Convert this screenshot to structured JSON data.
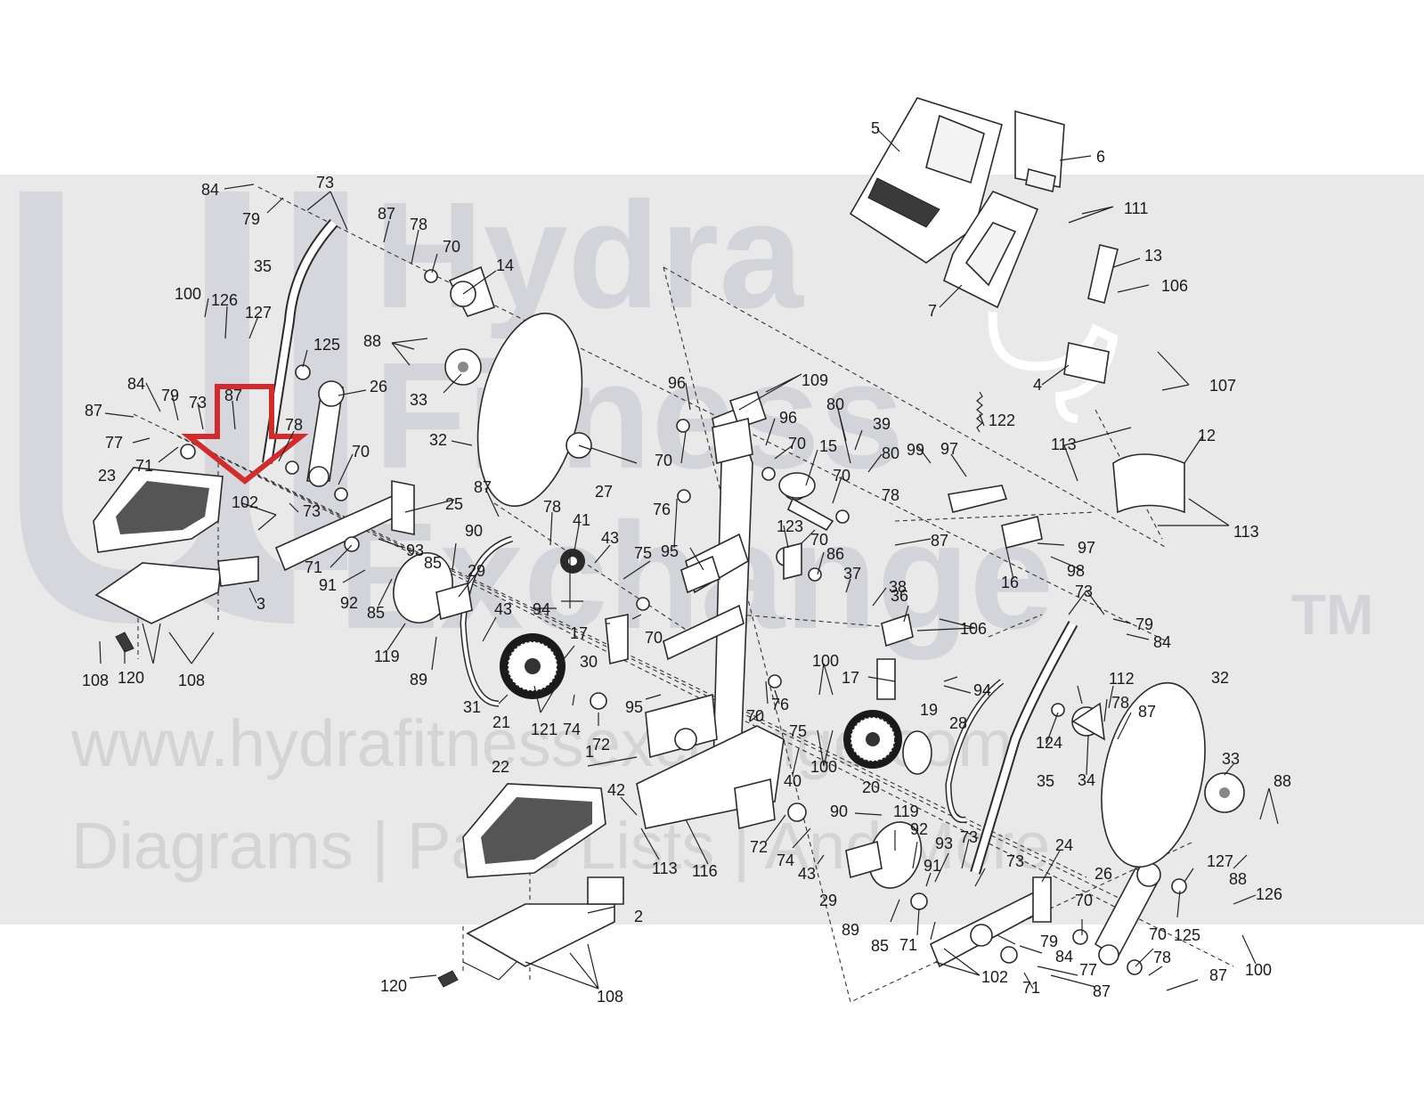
{
  "watermark": {
    "line1": "Hydra",
    "line2": "Fitness",
    "line3": "Exchange",
    "tm": "TM",
    "url": "www.hydrafitnessexchange.com",
    "tagline": "Diagrams | Parts Lists | And More"
  },
  "colors": {
    "band": "#e9e9ea",
    "watermark_text": "#d2d4d9",
    "watermark_blue": "#d3e3ef",
    "arrow": "#d22b2b",
    "ink": "#1a1a1a"
  },
  "highlight": {
    "icon": "down-arrow-icon",
    "color": "#d22b2b"
  },
  "labels": {
    "l1": "1",
    "l2": "2",
    "l3": "3",
    "l4": "4",
    "l5": "5",
    "l6": "6",
    "l7": "7",
    "l12": "12",
    "l13": "13",
    "l14": "14",
    "l15": "15",
    "l16": "16",
    "l17a": "17",
    "l17b": "17",
    "l19": "19",
    "l20": "20",
    "l21": "21",
    "l22": "22",
    "l23": "23",
    "l24": "24",
    "l25": "25",
    "l26a": "26",
    "l26b": "26",
    "l27": "27",
    "l28": "28",
    "l29a": "29",
    "l29b": "29",
    "l30": "30",
    "l31": "31",
    "l32a": "32",
    "l32b": "32",
    "l33a": "33",
    "l33b": "33",
    "l34": "34",
    "l35a": "35",
    "l35b": "35",
    "l36": "36",
    "l37": "37",
    "l38": "38",
    "l39": "39",
    "l40": "40",
    "l41": "41",
    "l42": "42",
    "l43a": "43",
    "l43b": "43",
    "l43c": "43",
    "l70a": "70",
    "l70b": "70",
    "l70c": "70",
    "l70d": "70",
    "l70e": "70",
    "l70f": "70",
    "l70g": "70",
    "l70h": "70",
    "l70i": "70",
    "l70j": "70",
    "l71a": "71",
    "l71b": "71",
    "l71c": "71",
    "l71d": "71",
    "l72a": "72",
    "l72b": "72",
    "l73a": "73",
    "l73b": "73",
    "l73c": "73",
    "l73d": "73",
    "l73e": "73",
    "l73f": "73",
    "l74a": "74",
    "l74b": "74",
    "l75a": "75",
    "l75b": "75",
    "l76a": "76",
    "l76b": "76",
    "l77a": "77",
    "l77b": "77",
    "l78a": "78",
    "l78b": "78",
    "l78c": "78",
    "l78d": "78",
    "l78e": "78",
    "l78f": "78",
    "l79a": "79",
    "l79b": "79",
    "l79c": "79",
    "l79d": "79",
    "l80a": "80",
    "l80b": "80",
    "l84a": "84",
    "l84b": "84",
    "l84c": "84",
    "l84d": "84",
    "l85a": "85",
    "l85b": "85",
    "l85c": "85",
    "l86": "86",
    "l87a": "87",
    "l87b": "87",
    "l87c": "87",
    "l87d": "87",
    "l87e": "87",
    "l87f": "87",
    "l87g": "87",
    "l87h": "87",
    "l88a": "88",
    "l88b": "88",
    "l88c": "88",
    "l89a": "89",
    "l89b": "89",
    "l90a": "90",
    "l90b": "90",
    "l91a": "91",
    "l91b": "91",
    "l92a": "92",
    "l92b": "92",
    "l93a": "93",
    "l93b": "93",
    "l94a": "94",
    "l94b": "94",
    "l95a": "95",
    "l95b": "95",
    "l96a": "96",
    "l96b": "96",
    "l97a": "97",
    "l97b": "97",
    "l98": "98",
    "l99": "99",
    "l100a": "100",
    "l100b": "100",
    "l100c": "100",
    "l100d": "100",
    "l102a": "102",
    "l102b": "102",
    "l106a": "106",
    "l106b": "106",
    "l107": "107",
    "l108a": "108",
    "l108b": "108",
    "l108c": "108",
    "l109": "109",
    "l111": "111",
    "l112": "112",
    "l113a": "113",
    "l113b": "113",
    "l113c": "113",
    "l116": "116",
    "l119a": "119",
    "l119b": "119",
    "l120a": "120",
    "l120b": "120",
    "l121": "121",
    "l122": "122",
    "l123": "123",
    "l124": "124",
    "l125a": "125",
    "l125b": "125",
    "l126a": "126",
    "l126b": "126",
    "l127a": "127",
    "l127b": "127"
  }
}
